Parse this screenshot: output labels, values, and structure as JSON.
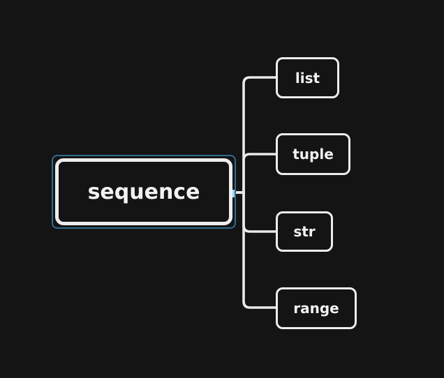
{
  "colors": {
    "background": "#141414",
    "node_border": "#ededed",
    "node_text": "#f2f2f2",
    "connector": "#e9e9e9",
    "selection": "#2e6d90",
    "selection_anchor": "#9ad7f3"
  },
  "mindmap": {
    "root": {
      "label": "sequence",
      "selected": true
    },
    "children": [
      {
        "label": "list"
      },
      {
        "label": "tuple"
      },
      {
        "label": "str"
      },
      {
        "label": "range"
      }
    ]
  }
}
